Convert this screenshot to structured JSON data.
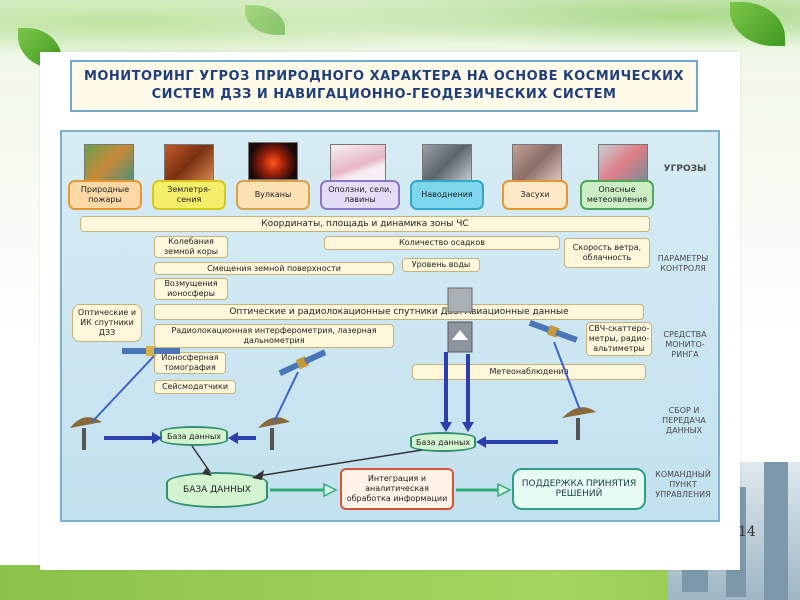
{
  "title": {
    "line1": "МОНИТОРИНГ УГРОЗ ПРИРОДНОГО ХАРАКТЕРА НА ОСНОВЕ КОСМИЧЕСКИХ",
    "line2": "СИСТЕМ ДЗЗ И НАВИГАЦИОННО-ГЕОДЕЗИЧЕСКИХ СИСТЕМ"
  },
  "threats": [
    {
      "label": "Природные пожары",
      "border": "#e8962f",
      "bg": "#fbd9a6"
    },
    {
      "label": "Землетря-сения",
      "border": "#d8c81e",
      "bg": "#f4ef6a"
    },
    {
      "label": "Вулканы",
      "border": "#d9a24a",
      "bg": "#fbe2b4"
    },
    {
      "label": "Оползни, сели, лавины",
      "border": "#8a79c8",
      "bg": "#e4ddf6"
    },
    {
      "label": "Наводнения",
      "border": "#31a7c9",
      "bg": "#7fd7ee"
    },
    {
      "label": "Засухи",
      "border": "#e8962f",
      "bg": "#fde9c8"
    },
    {
      "label": "Опасные метеоявления",
      "border": "#4ea85a",
      "bg": "#cdeec4"
    }
  ],
  "sections": {
    "threats": "УГРОЗЫ",
    "parameters": "ПАРАМЕТРЫ КОНТРОЛЯ",
    "monitoring": "СРЕДСТВА МОНИТО-РИНГА",
    "collection": "СБОР И ПЕРЕДАЧА ДАННЫХ",
    "command": "КОМАНДНЫЙ ПУНКТ УПРАВЛЕНИЯ"
  },
  "params": {
    "coordinates": "Координаты, площадь и динамика зоны ЧС",
    "oscillations": "Колебания земной коры",
    "precipitation": "Количество осадков",
    "wind": "Скорость ветра, облачность",
    "displacement": "Смещения земной поверхности",
    "water": "Уровень воды",
    "ionosphere": "Возмущения ионосферы"
  },
  "monitoring": {
    "satellites": "Оптические и радиолокационные спутники ДЗЗ. Авиационные данные",
    "optic_ir": "Оптические и ИК спутники ДЗЗ",
    "radar": "Радиолокационная интерферометрия, лазерная дальнометрия",
    "shf": "СВЧ-скаттеро-метры, радио-альтиметры",
    "iono_tomo": "Ионосферная томография",
    "seismo": "Сейсмодатчики",
    "meteo": "Метеонаблюдения"
  },
  "data": {
    "db_left": "База данных",
    "db_right": "База данных",
    "db_main": "БАЗА ДАННЫХ",
    "integration": "Интеграция и аналитическая обработка информации",
    "support": "ПОДДЕРЖКА ПРИНЯТИЯ РЕШЕНИЙ"
  },
  "page_number": "14"
}
